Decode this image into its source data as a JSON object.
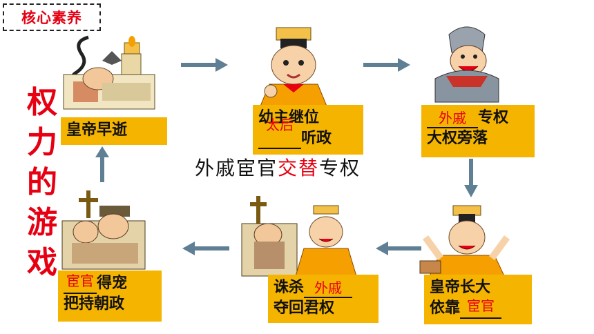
{
  "header": {
    "tag": "核心素养"
  },
  "title_vertical": [
    "权",
    "力",
    "的",
    "游",
    "戏"
  ],
  "center": {
    "pre": "外戚宦官",
    "highlight": "交替",
    "post": "专权"
  },
  "steps": {
    "emperor_dies": {
      "text": "皇帝早逝"
    },
    "child_ruler": {
      "line1": "幼主继位",
      "blank_fill": "太后",
      "line2_suffix": "听政"
    },
    "relatives": {
      "blank_fill": "外戚",
      "line1_suffix": "专权",
      "line2": "大权旁落"
    },
    "grown_emperor": {
      "line1": "皇帝长大",
      "line2_prefix": "依靠",
      "blank_fill": "宦官"
    },
    "purge": {
      "line1_prefix": "诛杀",
      "blank_fill": "外戚",
      "line2": "夺回君权"
    },
    "eunuchs": {
      "blank_fill": "宦官",
      "line1_suffix": "得宠",
      "line2": "把持朝政"
    }
  },
  "colors": {
    "accent": "#e60012",
    "box": "#f5b400",
    "arrow": "#5f7f95"
  }
}
